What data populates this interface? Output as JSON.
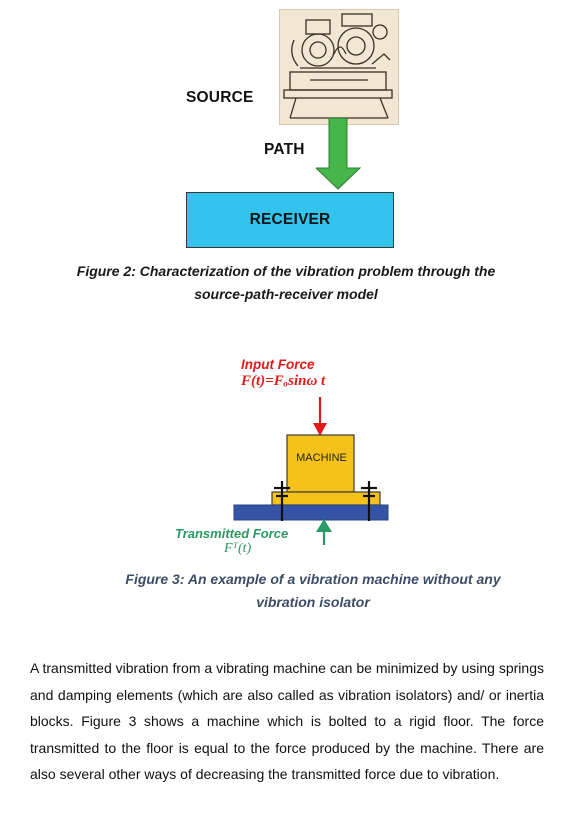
{
  "figure2": {
    "source_label": "SOURCE",
    "path_label": "PATH",
    "receiver_label": "RECEIVER",
    "caption_line1": "Figure 2: Characterization of the vibration problem through the",
    "caption_line2": "source-path-receiver model",
    "arrow_color": "#45b649",
    "receiver_color": "#33c3ef"
  },
  "figure3": {
    "input_force_title": "Input Force",
    "input_force_formula": "F(t)=Fₒsinω t",
    "machine_label": "MACHINE",
    "transmitted_force_title": "Transmitted Force",
    "transmitted_force_formula": "Fᵀ(t)",
    "caption_line1": "Figure 3: An example of a vibration machine without any",
    "caption_line2": "vibration isolator",
    "input_arrow_color": "#e21b1b",
    "transmitted_arrow_color": "#2a9a64",
    "machine_color": "#f5c21b",
    "floor_color": "#3654a7"
  },
  "body_paragraph": "A transmitted vibration from a vibrating machine can be minimized by using springs and damping elements (which are also called as vibration isolators) and/ or inertia blocks. Figure 3 shows a machine which is bolted to a rigid floor. The force transmitted to the floor is equal to the force produced by the machine. There are also several other ways of decreasing the transmitted force due to vibration."
}
